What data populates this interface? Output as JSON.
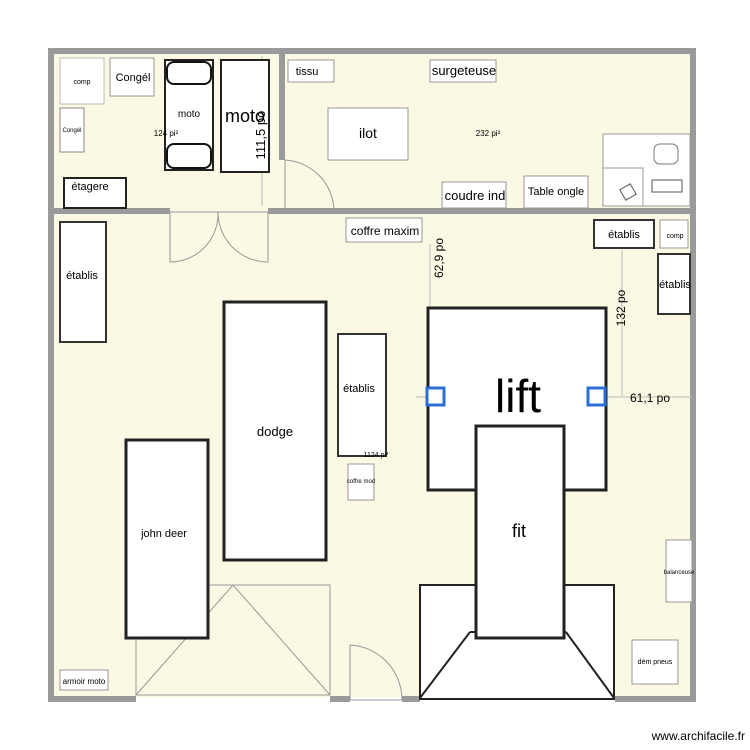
{
  "rooms": {
    "top_left_area": "124 pi²",
    "top_right_area": "232 pi²",
    "garage_area": "1124 pi²"
  },
  "furniture": {
    "comp_top": "comp",
    "congel_top": "Congél",
    "congel_side": "Congél",
    "moto_small": "moto",
    "moto_large": "moto",
    "etagere": "étagere",
    "tissu": "tissu",
    "surgeteuse": "surgeteuse",
    "ilot": "ilot",
    "coudre_ind": "coudre ind",
    "table_ongle": "Table ongle",
    "coffre_maxim": "coffre maxim",
    "etablis_right_top": "établis",
    "comp_right": "comp",
    "etablis_right_side": "établis",
    "etablis_left": "établis",
    "dodge": "dodge",
    "etablis_center": "établis",
    "coffre_mod": "coffre mod",
    "lift": "lift",
    "fit": "fit",
    "john_deer": "john deer",
    "balanceuse": "balanceuse",
    "dem_pneus": "dém pneus",
    "armoir_moto": "armoir moto"
  },
  "dimensions": {
    "dim_111": "111,5 po",
    "dim_62": "62,9 po",
    "dim_132": "132 po",
    "dim_61": "61,1 po"
  },
  "watermark": "www.archifacile.fr",
  "colors": {
    "floor": "#fbf8e4",
    "wall": "#9a9a9a",
    "handle": "#2b6fd6"
  }
}
